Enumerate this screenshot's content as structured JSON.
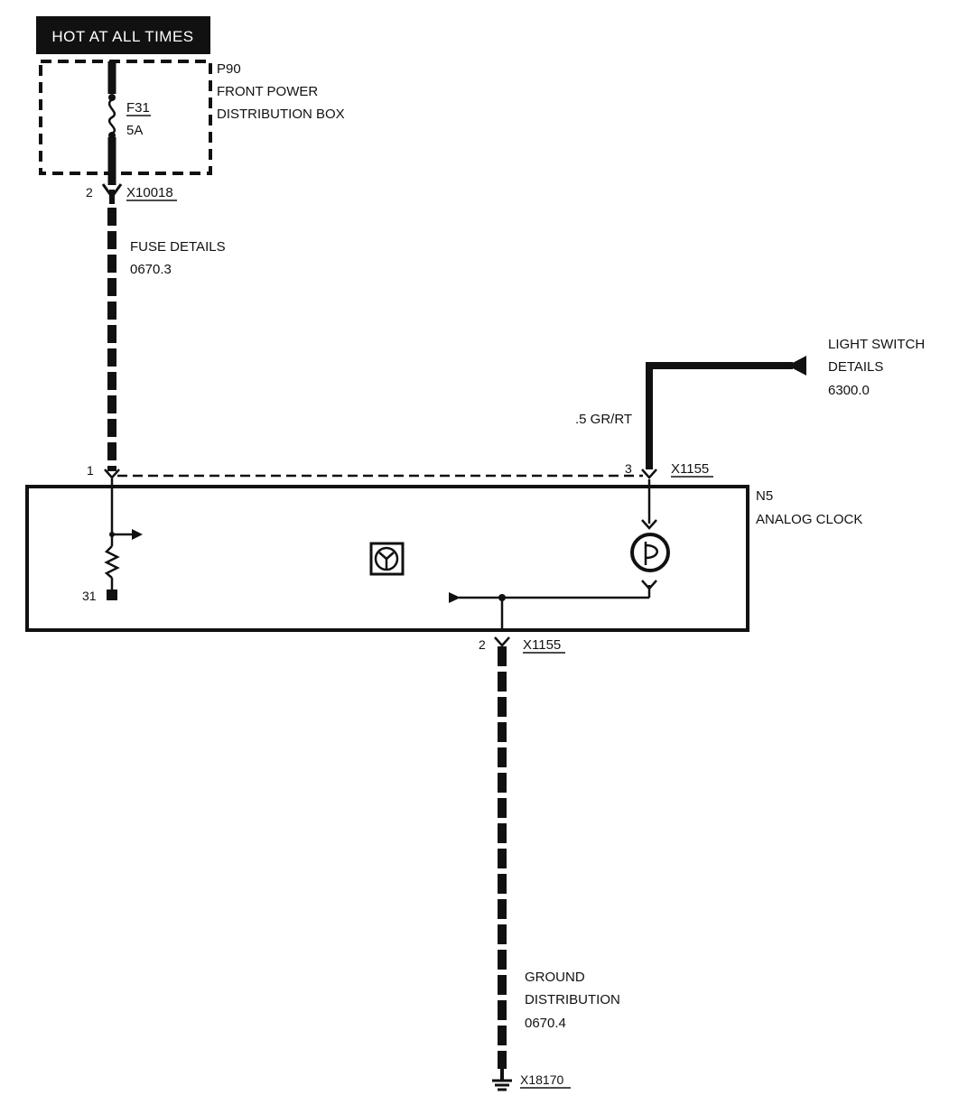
{
  "header": {
    "hot_label": "HOT AT ALL TIMES"
  },
  "fuse_box": {
    "id": "P90",
    "name_line1": "FRONT POWER",
    "name_line2": "DISTRIBUTION BOX",
    "fuse_id": "F31",
    "fuse_rating": "5A"
  },
  "connector_x10018": {
    "pin": "2",
    "id": "X10018"
  },
  "fuse_details": {
    "line1": "FUSE DETAILS",
    "line2": "0670.3"
  },
  "light_switch": {
    "line1": "LIGHT SWITCH",
    "line2": "DETAILS",
    "line3": "6300.0"
  },
  "wire_gr_rt": {
    "label": ".5 GR/RT"
  },
  "connector_x1155_top": {
    "pin_left": "1",
    "pin_right": "3",
    "id": "X1155"
  },
  "component": {
    "id": "N5",
    "name": "ANALOG CLOCK",
    "ground_pin": "31"
  },
  "connector_x1155_bottom": {
    "pin": "2",
    "id": "X1155"
  },
  "ground_distribution": {
    "line1": "GROUND",
    "line2": "DISTRIBUTION",
    "line3": "0670.4"
  },
  "ground_connector": {
    "id": "X18170"
  },
  "colors": {
    "ink": "#111111",
    "background": "#ffffff",
    "header_fg": "#ffffff"
  }
}
